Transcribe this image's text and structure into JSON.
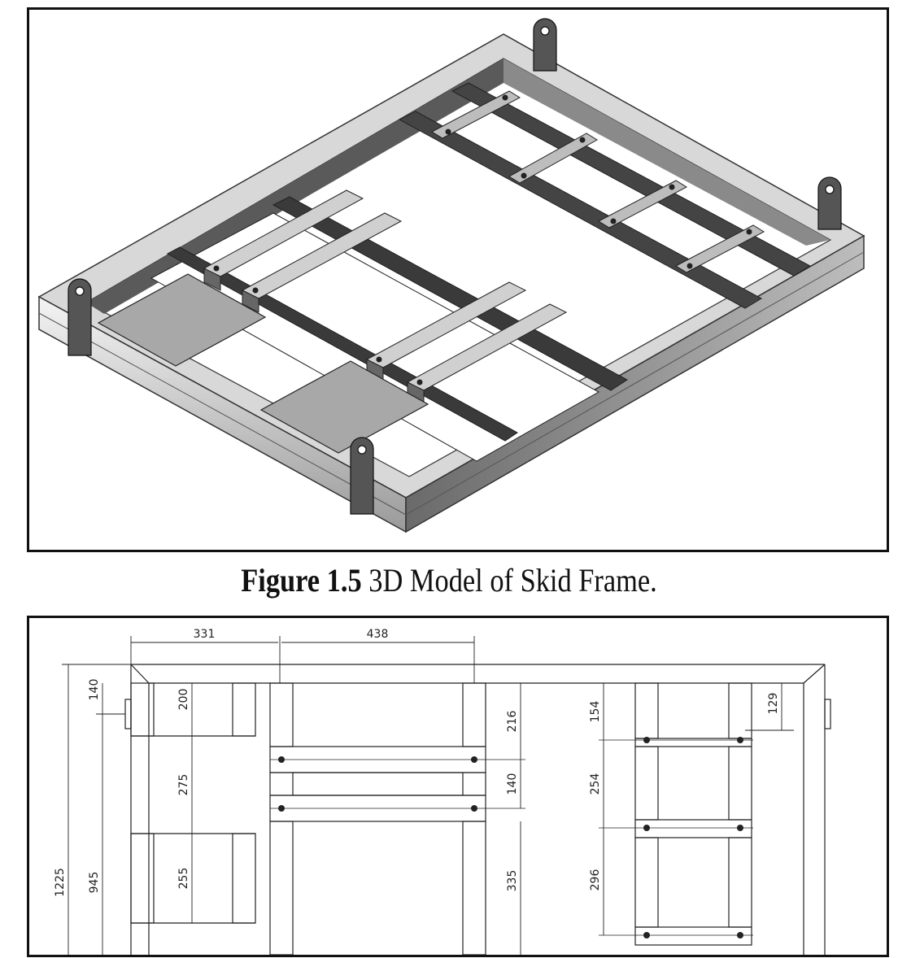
{
  "figure_top": {
    "label": "Figure 1.5",
    "caption": "3D Model of Skid Frame."
  },
  "drawing": {
    "dimensions": {
      "d331": "331",
      "d438": "438",
      "d1225": "1225",
      "d945": "945",
      "d140a": "140",
      "d200": "200",
      "d275": "275",
      "d255": "255",
      "d216": "216",
      "d140b": "140",
      "d335": "335",
      "d154": "154",
      "d254": "254",
      "d296": "296",
      "d129": "129"
    }
  }
}
